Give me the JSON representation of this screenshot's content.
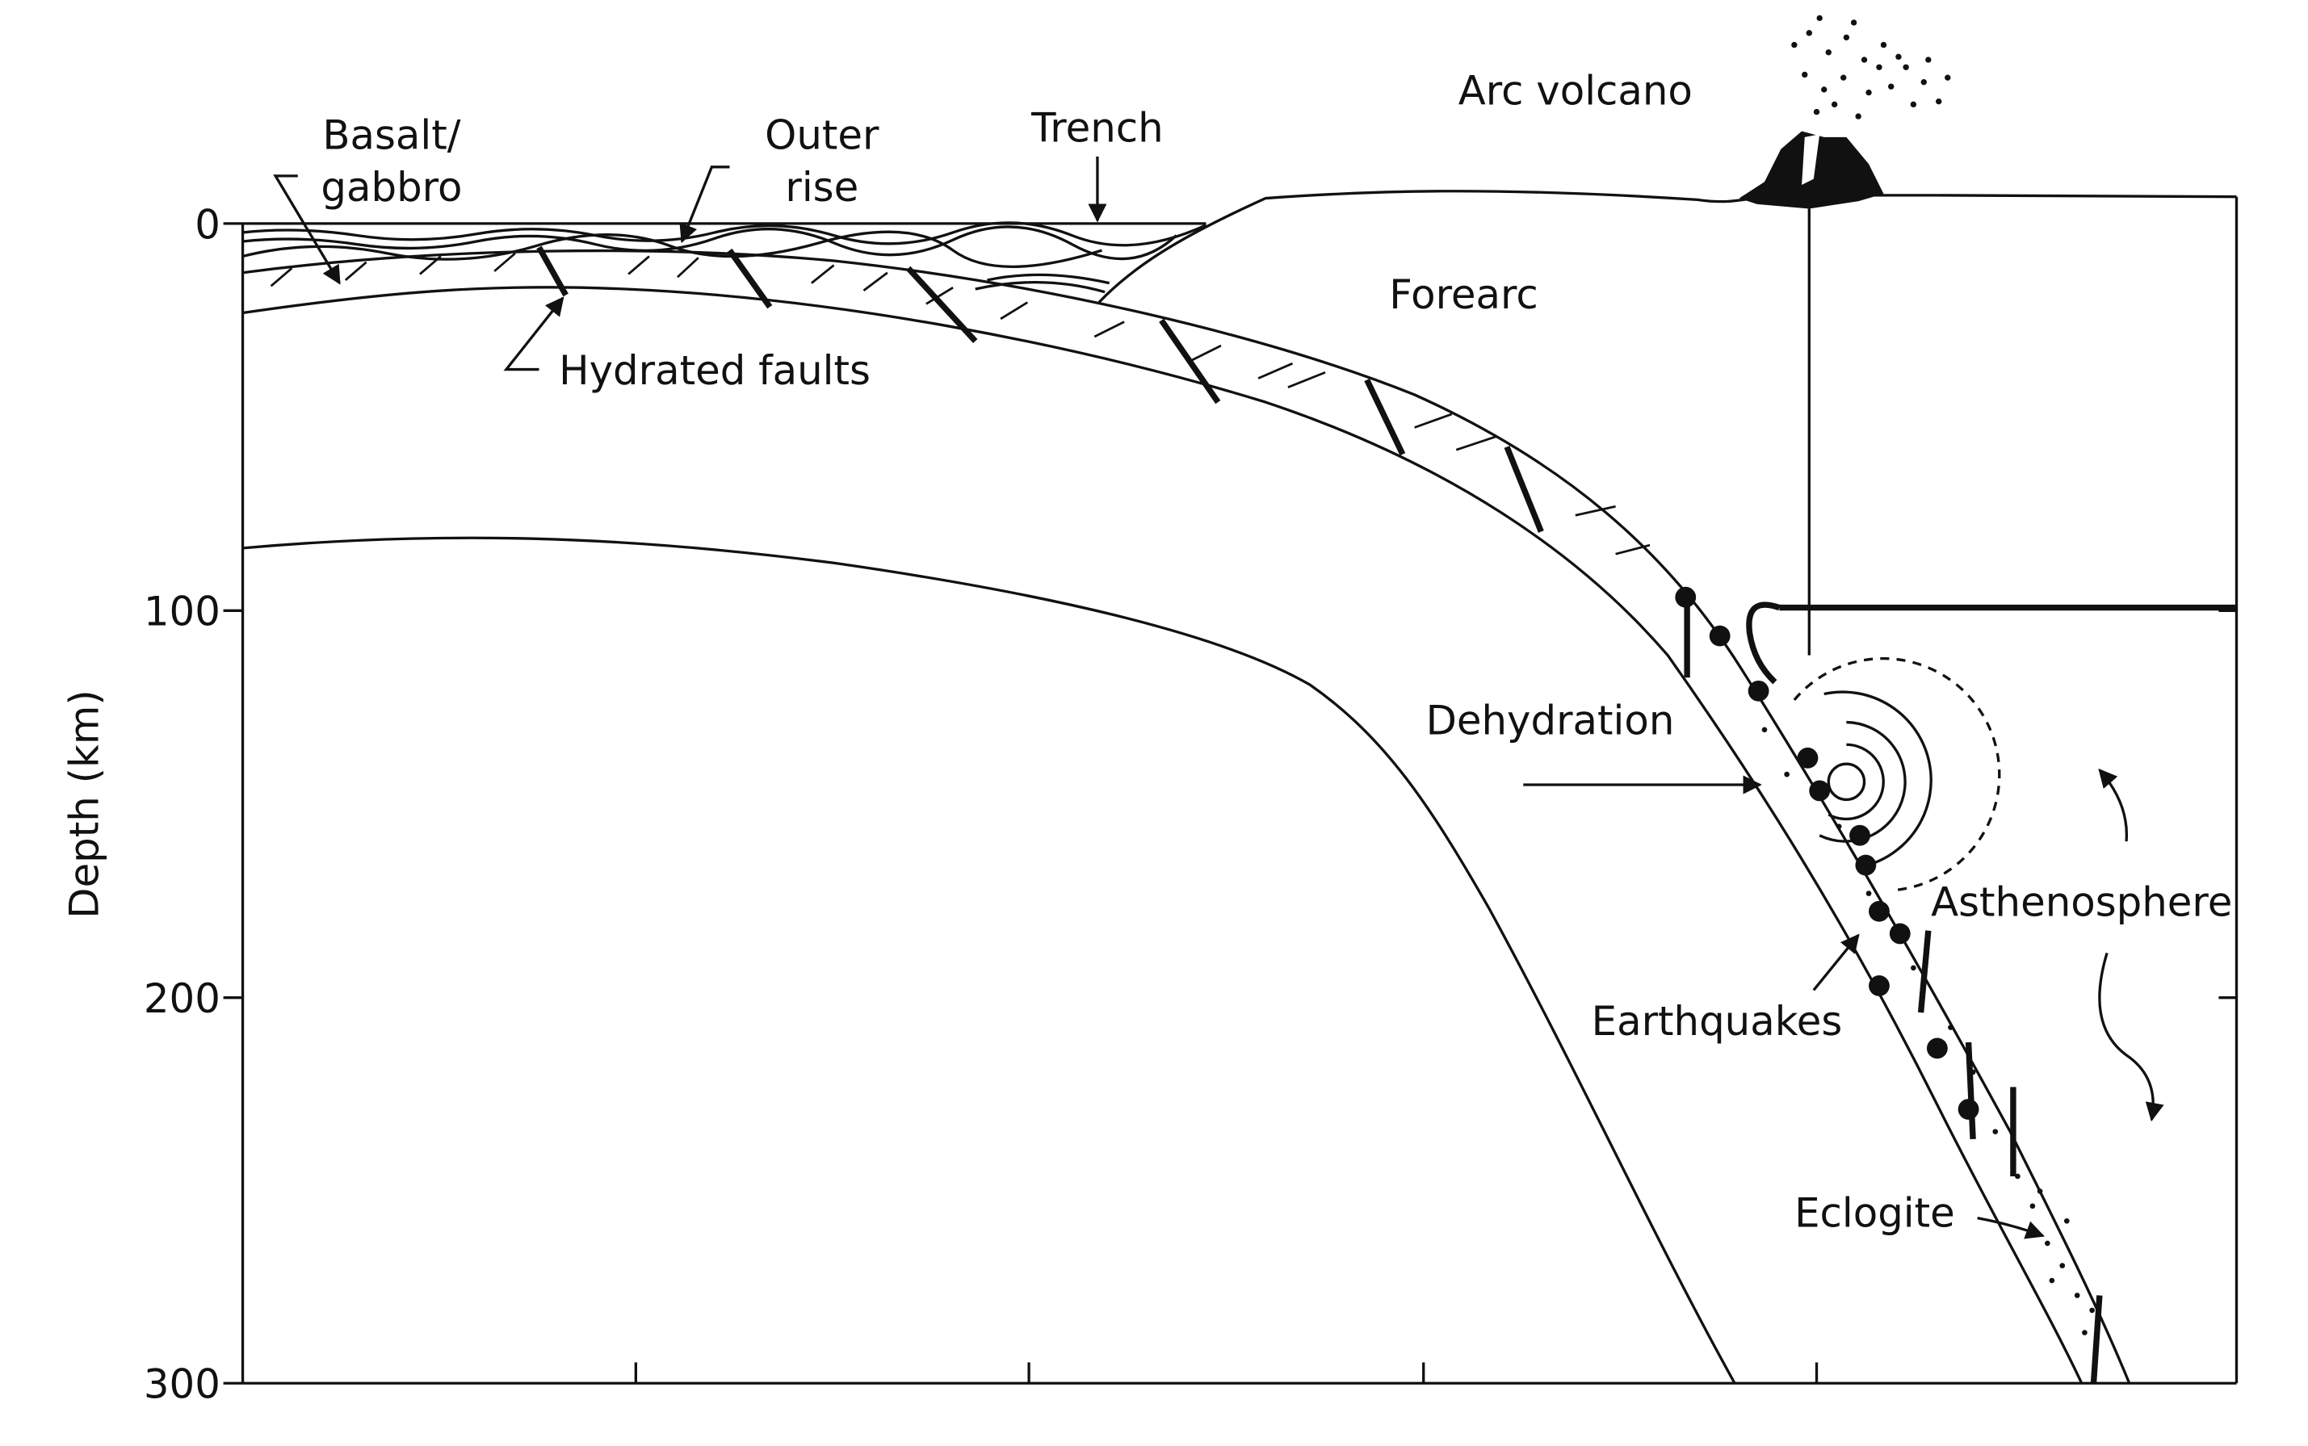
{
  "axis": {
    "label": "Depth (km)",
    "ticks": [
      "0",
      "100",
      "200",
      "300"
    ]
  },
  "labels": {
    "basalt_line1": "Basalt/",
    "basalt_line2": "gabbro",
    "outer_rise_line1": "Outer",
    "outer_rise_line2": "rise",
    "trench": "Trench",
    "arc_volcano": "Arc volcano",
    "forearc": "Forearc",
    "hydrated_faults": "Hydrated faults",
    "dehydration": "Dehydration",
    "asthenosphere": "Asthenosphere",
    "earthquakes": "Earthquakes",
    "eclogite": "Eclogite"
  }
}
